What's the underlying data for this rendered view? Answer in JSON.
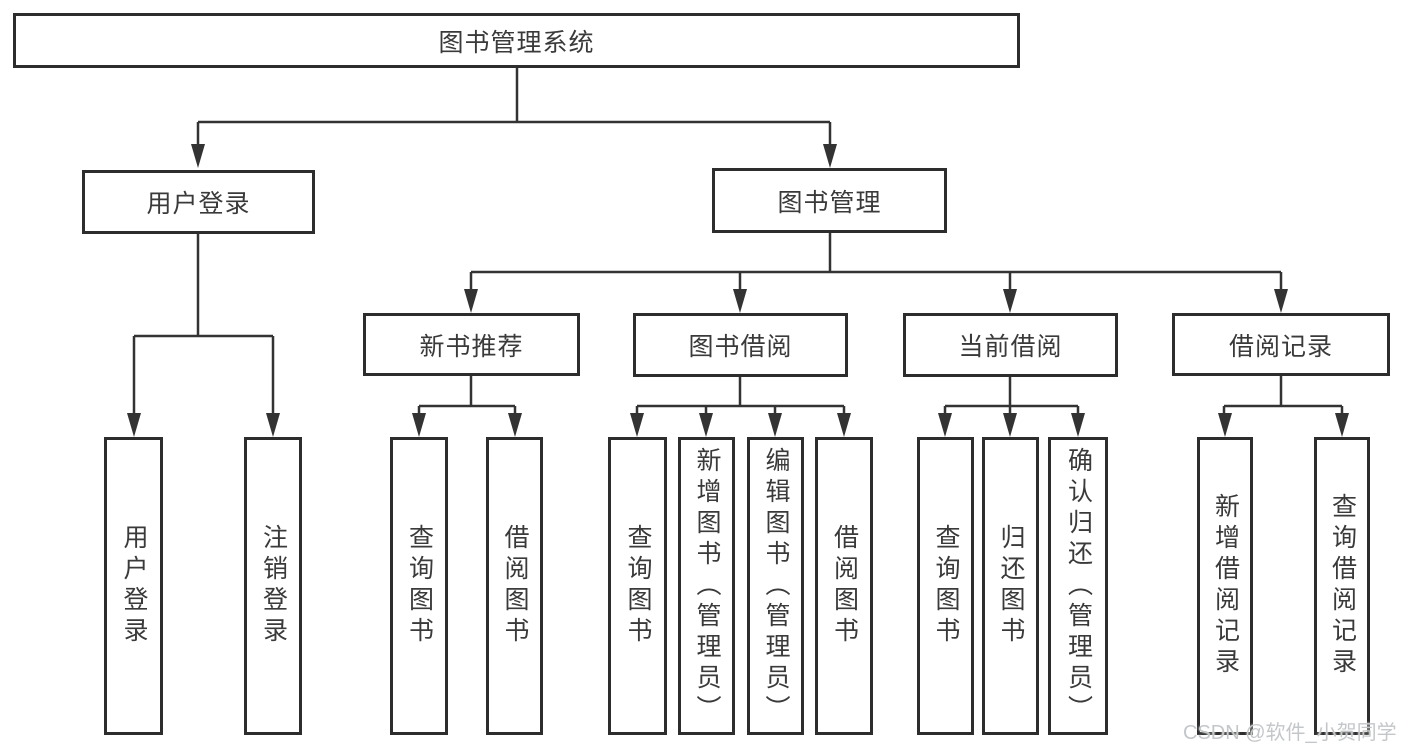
{
  "tree": {
    "root": {
      "label": "图书管理系统"
    },
    "branches": [
      {
        "label": "用户登录",
        "children": [
          {
            "label": "用户登录"
          },
          {
            "label": "注销登录"
          }
        ]
      },
      {
        "label": "图书管理",
        "children": [
          {
            "label": "新书推荐",
            "children": [
              {
                "label": "查询图书"
              },
              {
                "label": "借阅图书"
              }
            ]
          },
          {
            "label": "图书借阅",
            "children": [
              {
                "label": "查询图书"
              },
              {
                "label": "新增图书（管理员）"
              },
              {
                "label": "编辑图书（管理员）"
              },
              {
                "label": "借阅图书"
              }
            ]
          },
          {
            "label": "当前借阅",
            "children": [
              {
                "label": "查询图书"
              },
              {
                "label": "归还图书"
              },
              {
                "label": "确认归还（管理员）"
              }
            ]
          },
          {
            "label": "借阅记录",
            "children": [
              {
                "label": "新增借阅记录"
              },
              {
                "label": "查询借阅记录"
              }
            ]
          }
        ]
      }
    ]
  },
  "watermark": {
    "text": "CSDN @软件_小贺同学"
  },
  "colors": {
    "line": "#333333",
    "text": "#3a3a3a",
    "border": "#2d2d2d",
    "watermark": "#c4c7ca",
    "background": "#ffffff"
  }
}
